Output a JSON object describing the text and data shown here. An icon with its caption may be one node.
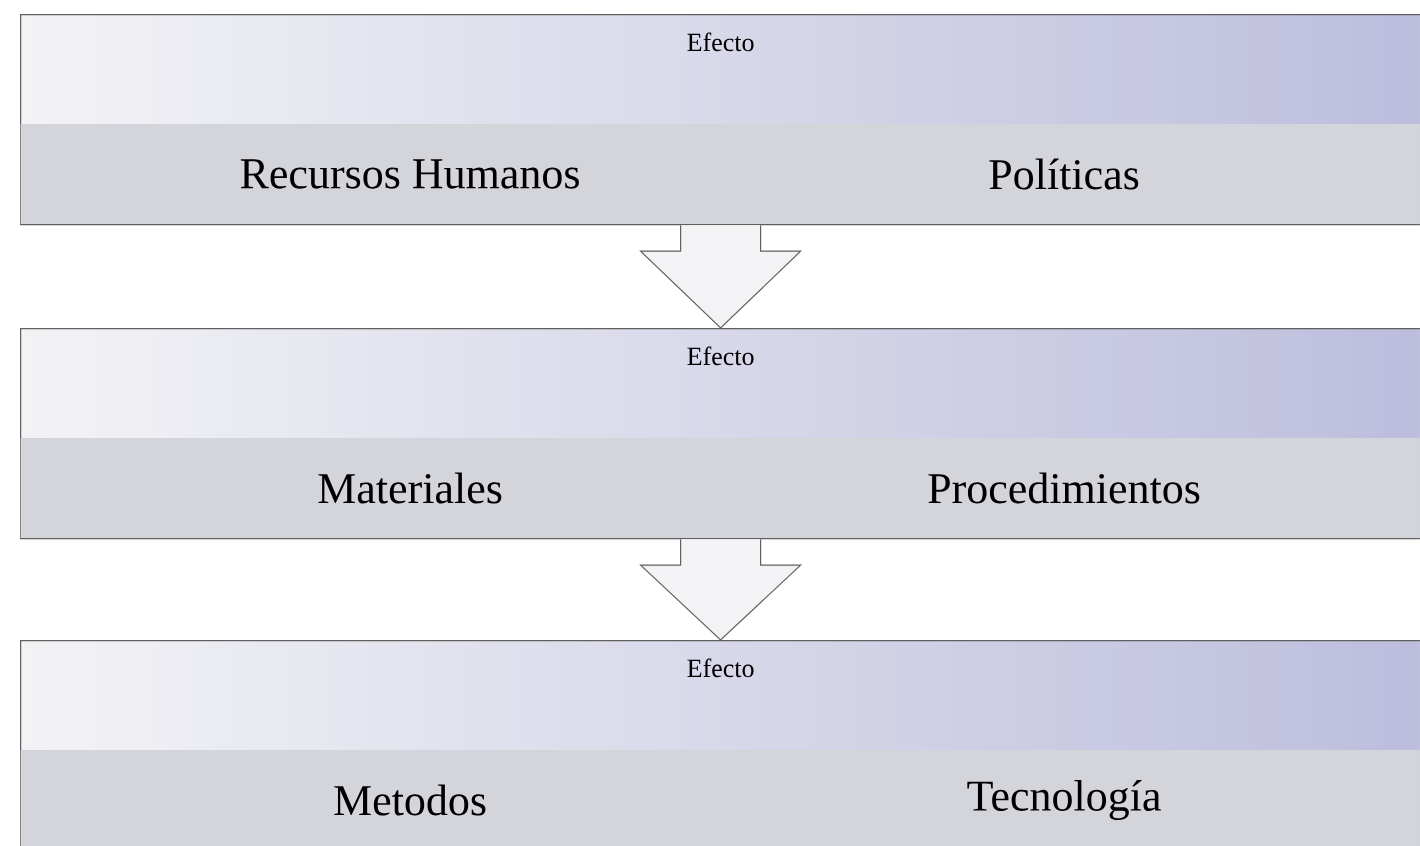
{
  "diagram": {
    "nodes": [
      {
        "text": [
          "Efecto"
        ]
      },
      {
        "text": [
          "Recursos Humanos"
        ],
        "in": 0
      },
      {
        "text": [
          "Políticas"
        ],
        "in": 0
      },
      {
        "text": [
          "Efecto"
        ]
      },
      {
        "text": [
          "Materiales"
        ],
        "in": 3
      },
      {
        "text": [
          "Procedimientos"
        ],
        "in": 3
      },
      {
        "text": [
          "Efecto"
        ]
      },
      {
        "text": [
          "Metodos"
        ],
        "in": 6
      },
      {
        "text": [
          "Tecnología"
        ],
        "in": 6
      }
    ],
    "edges": [
      {
        "from": 0,
        "to": 3,
        "arrow": "to"
      },
      {
        "from": 3,
        "to": 6,
        "arrow": "to"
      }
    ]
  }
}
